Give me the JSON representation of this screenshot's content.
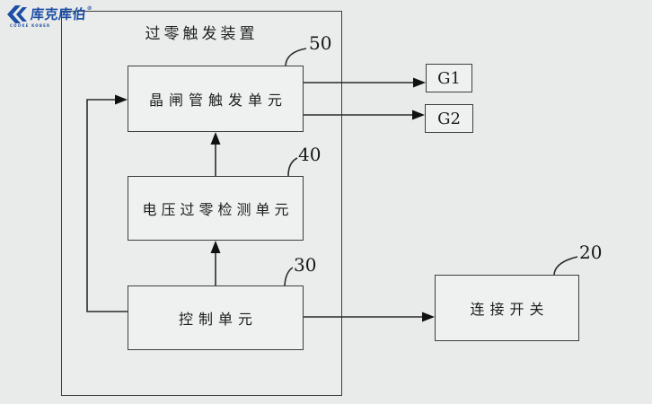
{
  "page": {
    "background_color": "#e9ebea",
    "line_color": "#2a2a2a",
    "logo_color": "#1d4fa5"
  },
  "logo": {
    "brand": "库克库伯",
    "registered_mark": "®",
    "subtext": "COOKE KOBER"
  },
  "diagram": {
    "device": {
      "title": "过零触发装置"
    },
    "blocks": [
      {
        "id": "thyristor-trigger-unit",
        "label": "晶闸管触发单元",
        "ref": "50"
      },
      {
        "id": "voltage-zero-crossing-detection-unit",
        "label": "电压过零检测单元",
        "ref": "40"
      },
      {
        "id": "control-unit",
        "label": "控制单元",
        "ref": "30"
      },
      {
        "id": "gate-g1",
        "label": "G1",
        "ref": ""
      },
      {
        "id": "gate-g2",
        "label": "G2",
        "ref": ""
      },
      {
        "id": "connection-switch",
        "label": "连接开关",
        "ref": "20"
      }
    ],
    "connections": [
      {
        "from": "thyristor-trigger-unit",
        "to": "gate-g1",
        "type": "arrow"
      },
      {
        "from": "thyristor-trigger-unit",
        "to": "gate-g2",
        "type": "arrow"
      },
      {
        "from": "voltage-zero-crossing-detection-unit",
        "to": "thyristor-trigger-unit",
        "type": "arrow"
      },
      {
        "from": "control-unit",
        "to": "voltage-zero-crossing-detection-unit",
        "type": "arrow"
      },
      {
        "from": "control-unit",
        "to": "thyristor-trigger-unit",
        "type": "arrow"
      },
      {
        "from": "control-unit",
        "to": "connection-switch",
        "type": "arrow"
      }
    ]
  }
}
